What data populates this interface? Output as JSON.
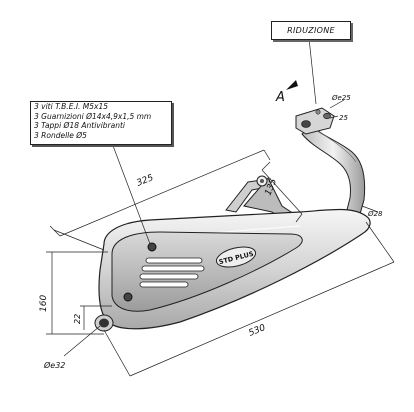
{
  "reduction_label": "RIDUZIONE",
  "view_marker": "A",
  "parts_list": [
    "3 viti T.B.E.I. M5x15",
    "3 Guarnizioni Ø14x4,9x1,5 mm",
    "3 Tappi Ø18 Antivibranti",
    "3 Rondelle Ø5"
  ],
  "dimensions": {
    "bracket_span": "325",
    "bracket_drop": "135",
    "total_length": "530",
    "height": "160",
    "outlet_offset": "22",
    "outlet_diameter": "Øe32",
    "flange_diameter": "Øe25",
    "flange_secondary": "25",
    "pipe_diameter": "Ø28"
  },
  "logo_text": "STD PLUS"
}
